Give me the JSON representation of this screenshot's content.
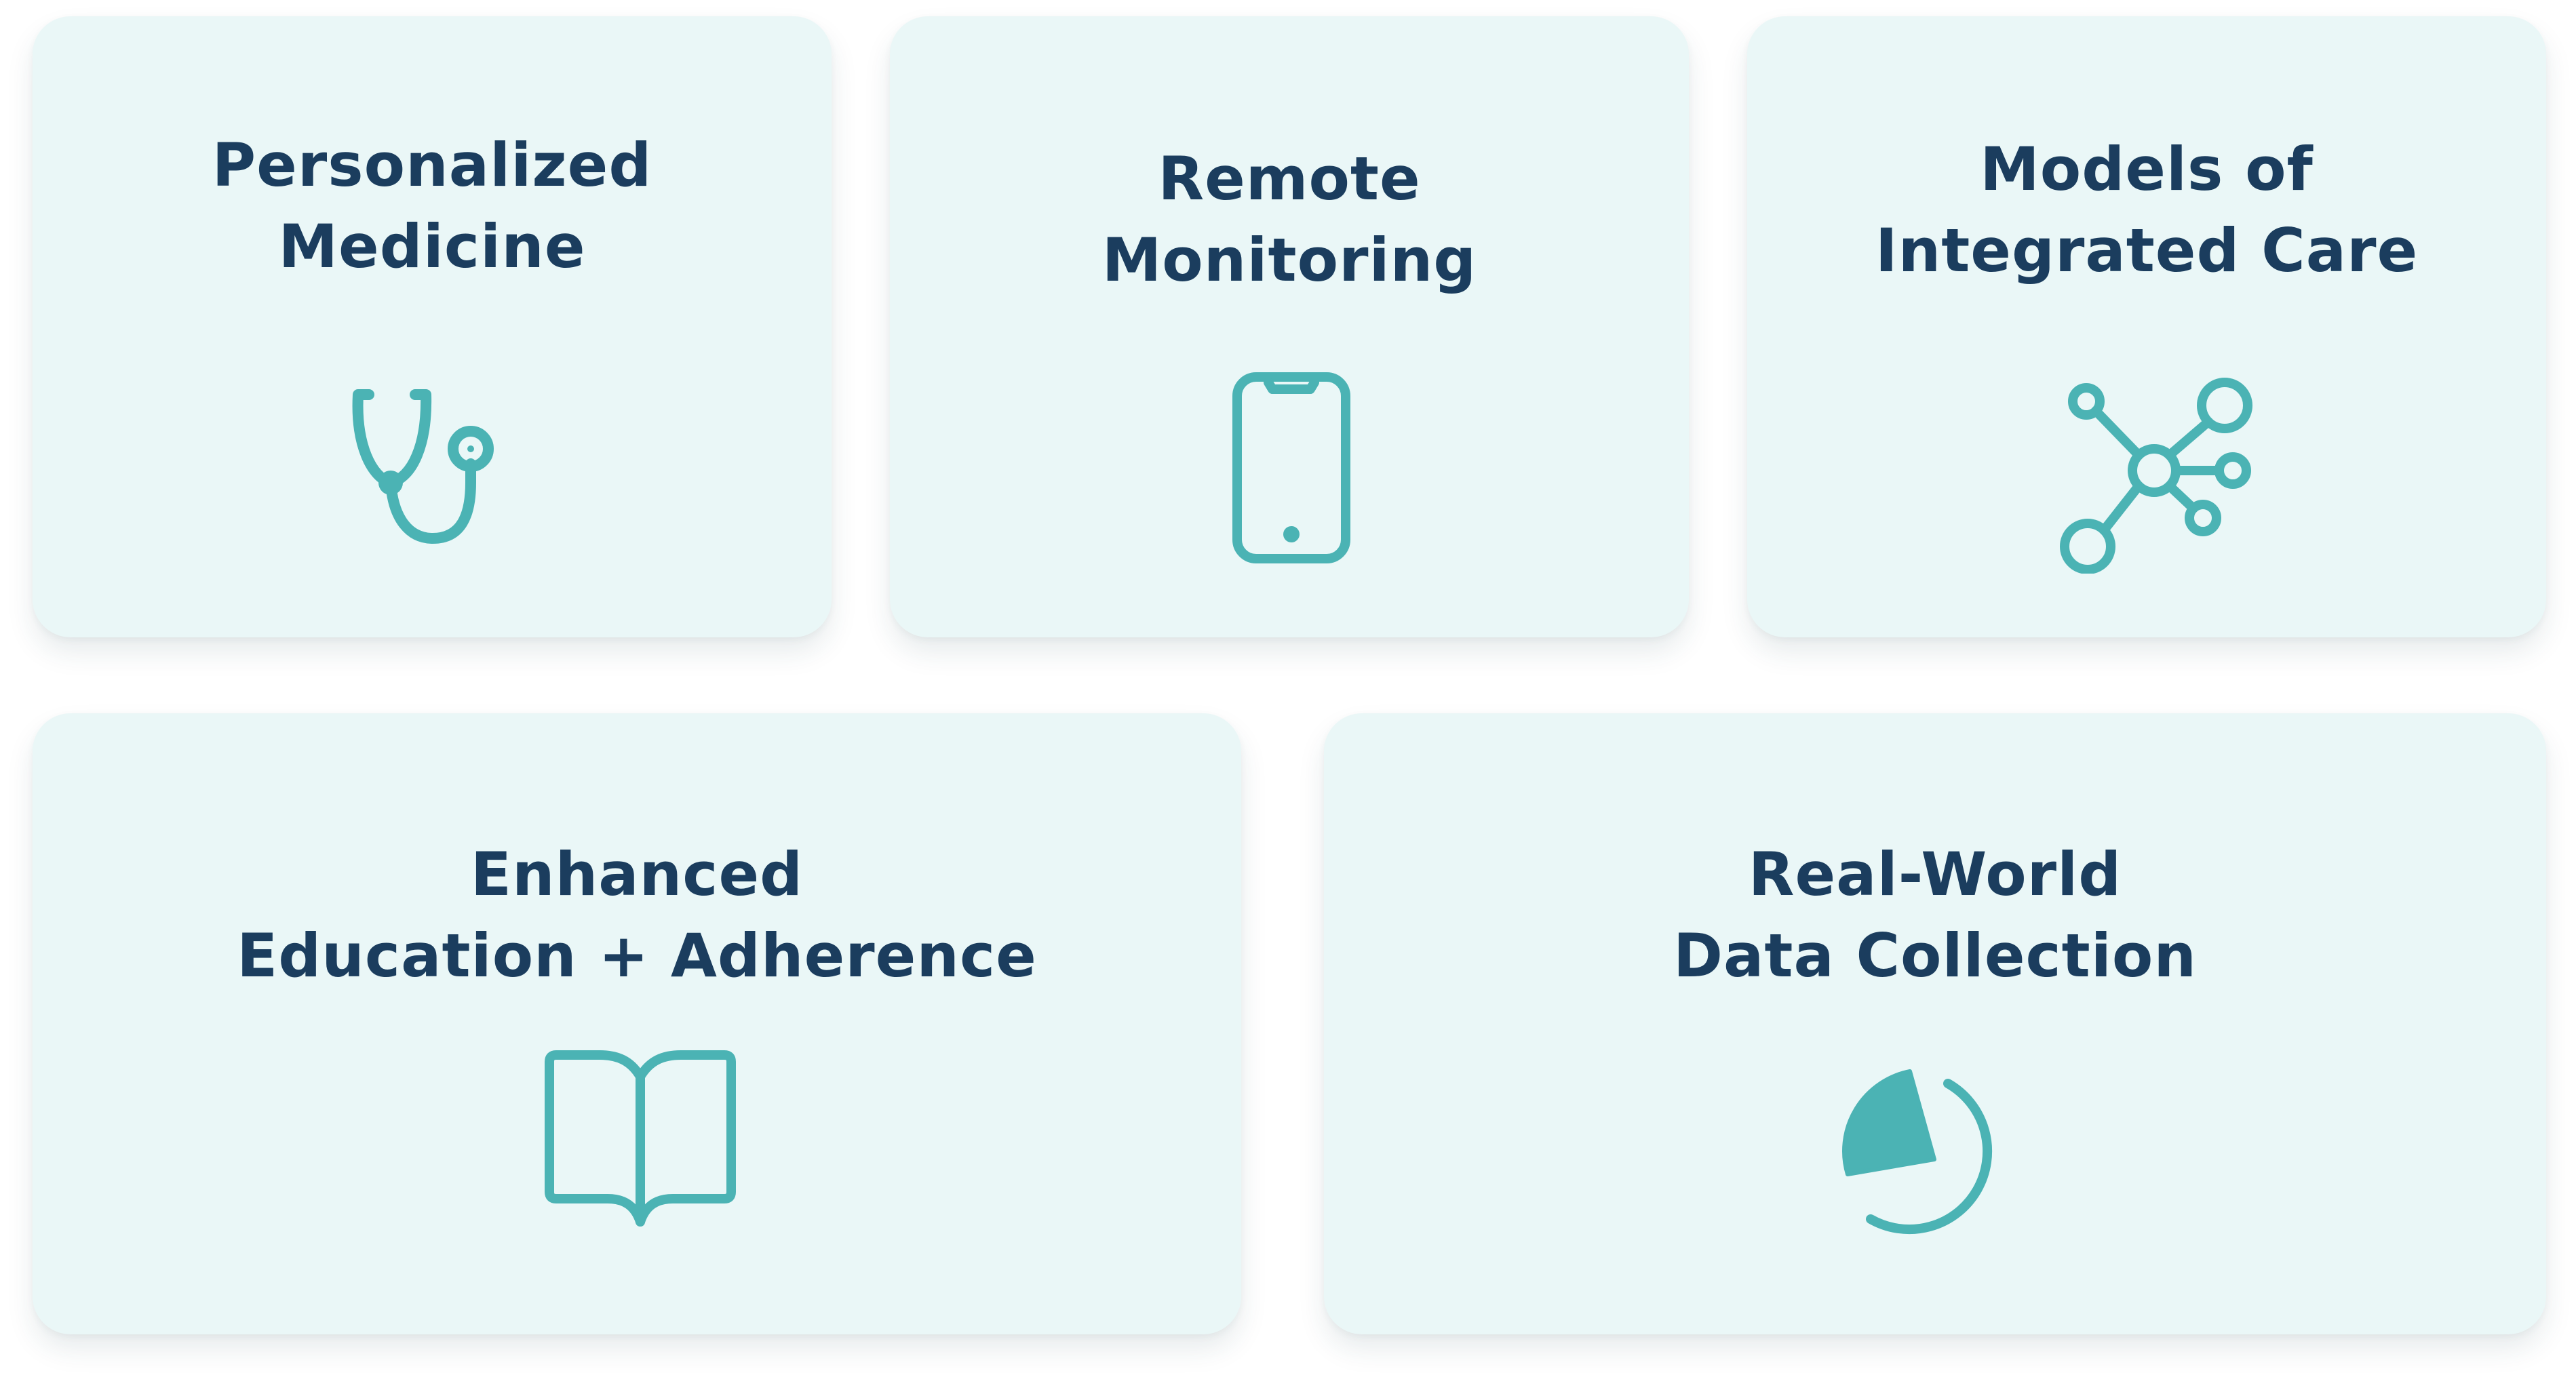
{
  "cards": [
    {
      "title_line1": "Personalized",
      "title_line2": "Medicine",
      "icon": "stethoscope-icon"
    },
    {
      "title_line1": "Remote",
      "title_line2": "Monitoring",
      "icon": "smartphone-icon"
    },
    {
      "title_line1": "Models of",
      "title_line2": "Integrated Care",
      "icon": "network-hub-icon"
    },
    {
      "title_line1": "Enhanced",
      "title_line2": "Education + Adherence",
      "icon": "open-book-icon"
    },
    {
      "title_line1": "Real-World",
      "title_line2": "Data Collection",
      "icon": "pie-chart-icon"
    }
  ],
  "colors": {
    "card_background": "#eaf7f7",
    "title_text": "#1b3d5e",
    "icon_accent": "#4bb3b4"
  }
}
